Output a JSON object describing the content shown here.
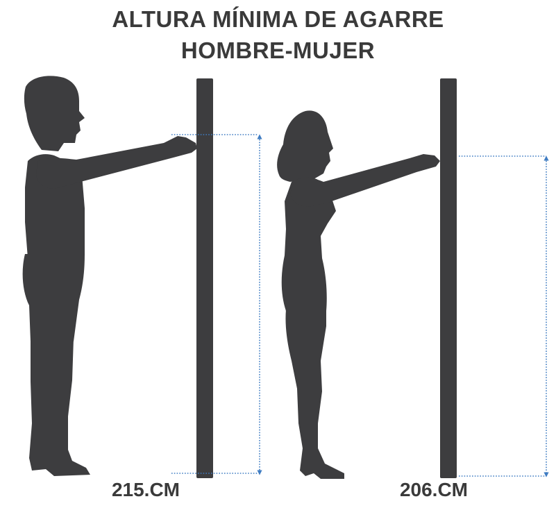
{
  "title": {
    "line1": "ALTURA MÍNIMA DE AGARRE",
    "line2": "HOMBRE-MUJER"
  },
  "measurements": {
    "man": "215.CM",
    "woman": "206.CM"
  },
  "colors": {
    "silhouette": "#3d3d3f",
    "pole": "#3d3d3f",
    "dimension_line": "#3f7cc2",
    "text": "#3a3a3a"
  },
  "icons": {
    "man": "man-reaching-silhouette-icon",
    "woman": "woman-reaching-silhouette-icon"
  }
}
